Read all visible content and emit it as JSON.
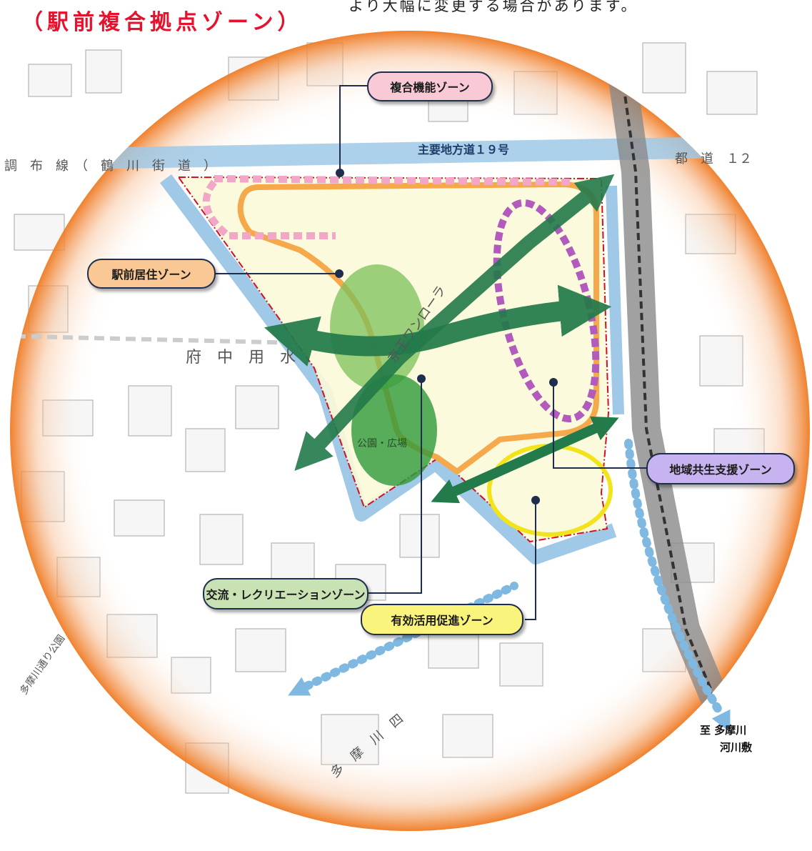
{
  "header": {
    "title": "（駅前複合拠点ゾーン）",
    "note": "より大幅に変更する場合があります。"
  },
  "zones": {
    "mixed_function": {
      "label": "複合機能ゾーン",
      "color": "#f9c9d6"
    },
    "station_residential": {
      "label": "駅前居住ゾーン",
      "color": "#fac894"
    },
    "community_support": {
      "label": "地域共生支援ゾーン",
      "color": "#c7b3f0"
    },
    "exchange_recreation": {
      "label": "交流・レクリエーションゾーン",
      "color": "#c8e2b4"
    },
    "effective_use": {
      "label": "有効活用促進ゾーン",
      "color": "#fbf47c"
    }
  },
  "map_labels": {
    "prefectural_road": "主要地方道１９号",
    "chofu_line": "調　布　線　（　鶴　川　街　道　）",
    "toudou": "都　道　１２",
    "fuchu_water": "府　中　用　水",
    "park_plaza": "公園・広場",
    "keio_line": "京王ワンローラ",
    "tamagawa_street": "多　摩　川　四",
    "tamagawa_park": "多摩川通り公園",
    "destination_line1": "至 多摩川",
    "destination_line2": "河川敷"
  },
  "colors": {
    "title_red": "#e8112d",
    "boundary_red": "#d4101e",
    "site_fill": "#fbfad8",
    "orange_zone": "#f6a94a",
    "pink_zone": "#f2a6c8",
    "purple_zone": "#b25bbd",
    "yellow_zone": "#f2e31a",
    "green_arrow": "#237a4a",
    "park_green": "#4ea83a",
    "road_blue": "#9fc9e6",
    "dotted_blue": "#7fb8e0",
    "halo_orange": "#ef7a22",
    "rail_grey": "#8a8a8a"
  }
}
